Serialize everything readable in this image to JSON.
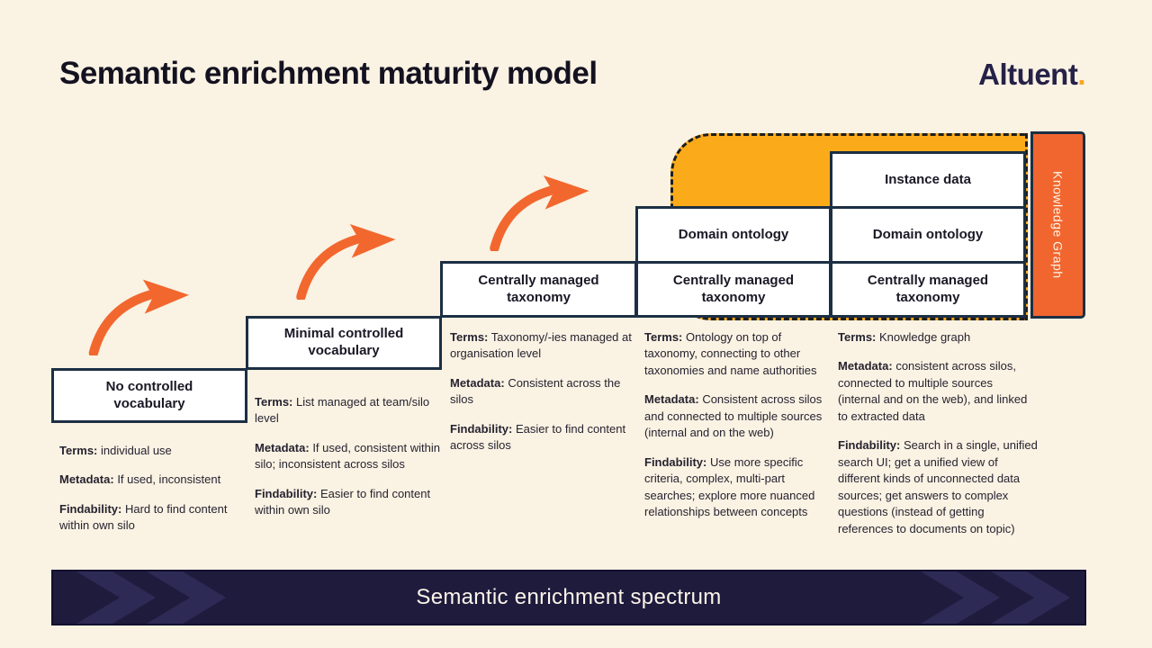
{
  "title": "Semantic enrichment maturity model",
  "logo": {
    "name": "Altuent",
    "dot": "."
  },
  "kg_tab": "Knowledge Graph",
  "levels": [
    {
      "boxes": [
        "No controlled vocabulary"
      ],
      "details": [
        {
          "label": "Terms:",
          "text": "individual use"
        },
        {
          "label": "Metadata:",
          "text": "If used, inconsistent"
        },
        {
          "label": "Findability:",
          "text": "Hard to find content within own silo"
        }
      ]
    },
    {
      "boxes": [
        "Minimal controlled vocabulary"
      ],
      "details": [
        {
          "label": "Terms:",
          "text": "List managed at team/silo level"
        },
        {
          "label": "Metadata:",
          "text": "If used, consistent within silo; inconsistent across silos"
        },
        {
          "label": "Findability:",
          "text": "Easier to find content within own silo"
        }
      ]
    },
    {
      "boxes": [
        "Centrally managed taxonomy"
      ],
      "details": [
        {
          "label": "Terms:",
          "text": "Taxonomy/-ies managed at organisation level"
        },
        {
          "label": "Metadata:",
          "text": "Consistent across the silos"
        },
        {
          "label": "Findability:",
          "text": "Easier to find content across silos"
        }
      ]
    },
    {
      "boxes": [
        "Domain ontology",
        "Centrally managed taxonomy"
      ],
      "details": [
        {
          "label": "Terms:",
          "text": "Ontology on top of taxonomy, connecting to other taxonomies and name authorities"
        },
        {
          "label": "Metadata:",
          "text": "Consistent across silos and connected to multiple sources (internal and on the web)"
        },
        {
          "label": "Findability:",
          "text": "Use more specific criteria, complex, multi-part searches; explore more nuanced relationships between concepts"
        }
      ]
    },
    {
      "boxes": [
        "Instance data",
        "Domain ontology",
        "Centrally managed taxonomy"
      ],
      "details": [
        {
          "label": "Terms:",
          "text": "Knowledge graph"
        },
        {
          "label": "Metadata:",
          "text": "consistent across silos, connected to multiple sources (internal and on the web), and linked to extracted data"
        },
        {
          "label": "Findability:",
          "text": "Search in a single, unified search UI; get a unified view of different kinds of unconnected data sources; get answers to complex questions (instead of getting references to documents on topic)"
        }
      ]
    }
  ],
  "banner": "Semantic enrichment spectrum",
  "icons": {
    "arrow": "curved-arrow",
    "chevron": "double-chevron-right"
  },
  "colors": {
    "background": "#faf2e3",
    "amber_fill": "#fbab19",
    "kg_tab_orange": "#f1662f",
    "arrow_orange": "#f2672e",
    "box_border_navy": "#1c2f44",
    "banner_bg": "#1f1b3d",
    "chevron_navy": "#2d2a55",
    "banner_text": "#fcf5e9",
    "logo_navy": "#252147",
    "logo_dot_orange": "#f7a823"
  }
}
